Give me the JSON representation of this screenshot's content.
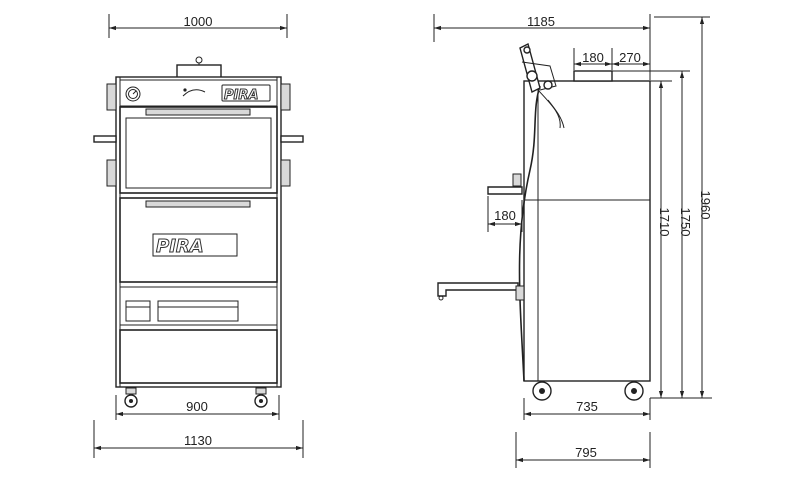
{
  "front_view": {
    "width_top": "1000",
    "width_base": "900",
    "width_overall": "1130",
    "logo_text": "PIRA"
  },
  "side_view": {
    "depth_top": "1185",
    "chimney_width": "180",
    "chimney_offset": "270",
    "shelf_depth": "180",
    "depth_base": "735",
    "depth_overall": "795",
    "height_body": "1710",
    "height_with_chimney": "1750",
    "height_overall": "1960"
  },
  "colors": {
    "line": "#222222",
    "background": "#ffffff"
  }
}
